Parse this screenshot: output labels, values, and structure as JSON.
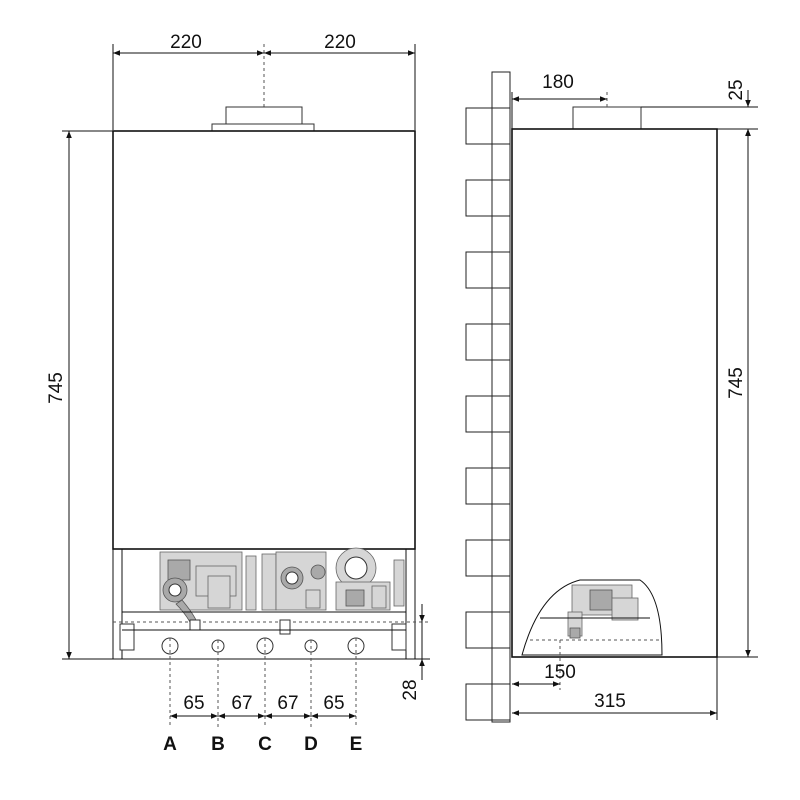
{
  "front_view": {
    "dim_width_left": "220",
    "dim_width_right": "220",
    "dim_height": "745",
    "dim_bottom_offset": "28",
    "dim_spacing_ab": "65",
    "dim_spacing_bc": "67",
    "dim_spacing_cd": "67",
    "dim_spacing_de": "65",
    "connections": [
      "A",
      "B",
      "C",
      "D",
      "E"
    ]
  },
  "side_view": {
    "dim_flue_offset": "180",
    "dim_flue_height": "25",
    "dim_height": "745",
    "dim_bottom_opening": "150",
    "dim_depth": "315"
  }
}
